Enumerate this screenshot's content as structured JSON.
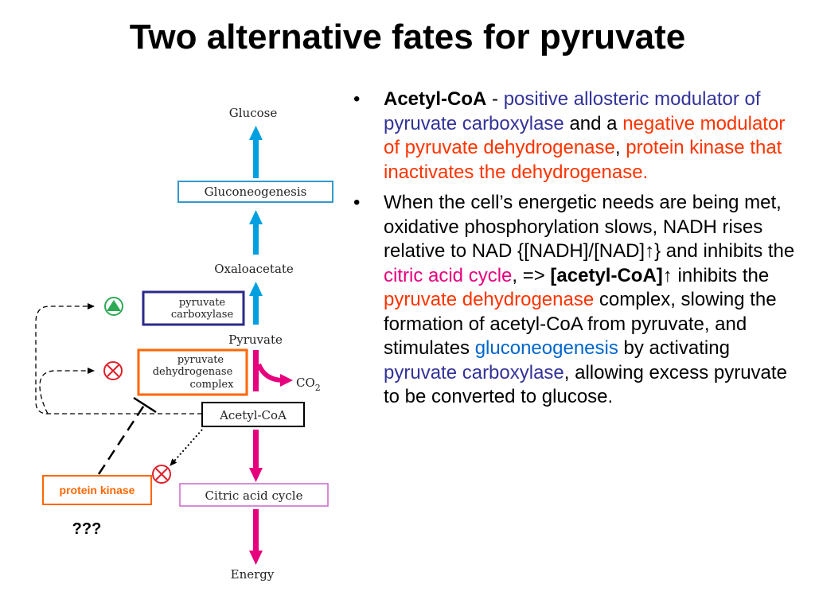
{
  "title": "Two alternative fates for pyruvate",
  "diagram": {
    "nodes": {
      "glucose": "Glucose",
      "gluconeogenesis": "Gluconeogenesis",
      "oxaloacetate": "Oxaloacetate",
      "pyruvate_carboxylase_line1": "pyruvate",
      "pyruvate_carboxylase_line2": "carboxylase",
      "pyruvate": "Pyruvate",
      "pdh_line1": "pyruvate",
      "pdh_line2": "dehydrogenase",
      "pdh_line3": "complex",
      "co2": "CO",
      "co2_sub": "2",
      "acetyl_coa": "Acetyl-CoA",
      "protein_kinase": "protein kinase",
      "unknown": "???",
      "citric_acid_cycle": "Citric acid cycle",
      "energy": "Energy"
    },
    "colors": {
      "upward_arrow": "#00a0e0",
      "downward_arrow": "#e6007e",
      "activator": "#2eaa55",
      "inhibitor": "#e0202a",
      "carboxylase_box": "#2a2a8a",
      "pdh_box": "#ff6600",
      "citric_box": "#cc66cc",
      "gluconeogenesis_box": "#3399cc"
    }
  },
  "bullets": [
    {
      "s1": "Acetyl-CoA",
      "s2": " - ",
      "s3": "positive allosteric modulator of pyruvate carboxylase",
      "s4": " and a ",
      "s5": "negative modulator of pyruvate dehydrogenase",
      "s6": ", ",
      "s7": "protein kinase that inactivates the dehydrogenase."
    },
    {
      "s1": "When the cell’s energetic needs are being met, oxidative phosphorylation slows, NADH rises relative to NAD {[NADH]/[NAD]↑} and inhibits the ",
      "s2": "citric acid cycle",
      "s3": ", => ",
      "s4": "[acetyl-CoA]",
      "s5": "↑ inhibits the ",
      "s6": "pyruvate dehydrogenase",
      "s7": " complex, slowing the formation of acetyl-CoA from pyruvate, and stimulates ",
      "s8": "gluconeogenesis",
      "s9": " by activating ",
      "s10": "pyruvate carboxylase",
      "s11": ", allowing excess pyruvate to be converted to glucose."
    }
  ]
}
